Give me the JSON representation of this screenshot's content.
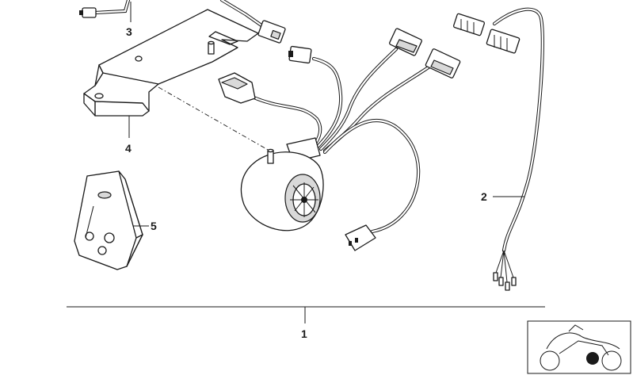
{
  "callouts": {
    "c1": "1",
    "c2": "2",
    "c3": "3",
    "c4": "4",
    "c5": "5"
  },
  "icons": {
    "siren": "siren-icon",
    "bracket": "mounting-bracket-icon",
    "clamp": "clamp-holder-icon",
    "harness": "wiring-harness-icon",
    "connector": "connector-plug-icon",
    "thumbnail": "motorcycle-location-thumbnail"
  },
  "colors": {
    "line": "#1a1a1a",
    "background": "#ffffff",
    "shade": "#d9d9d9"
  }
}
